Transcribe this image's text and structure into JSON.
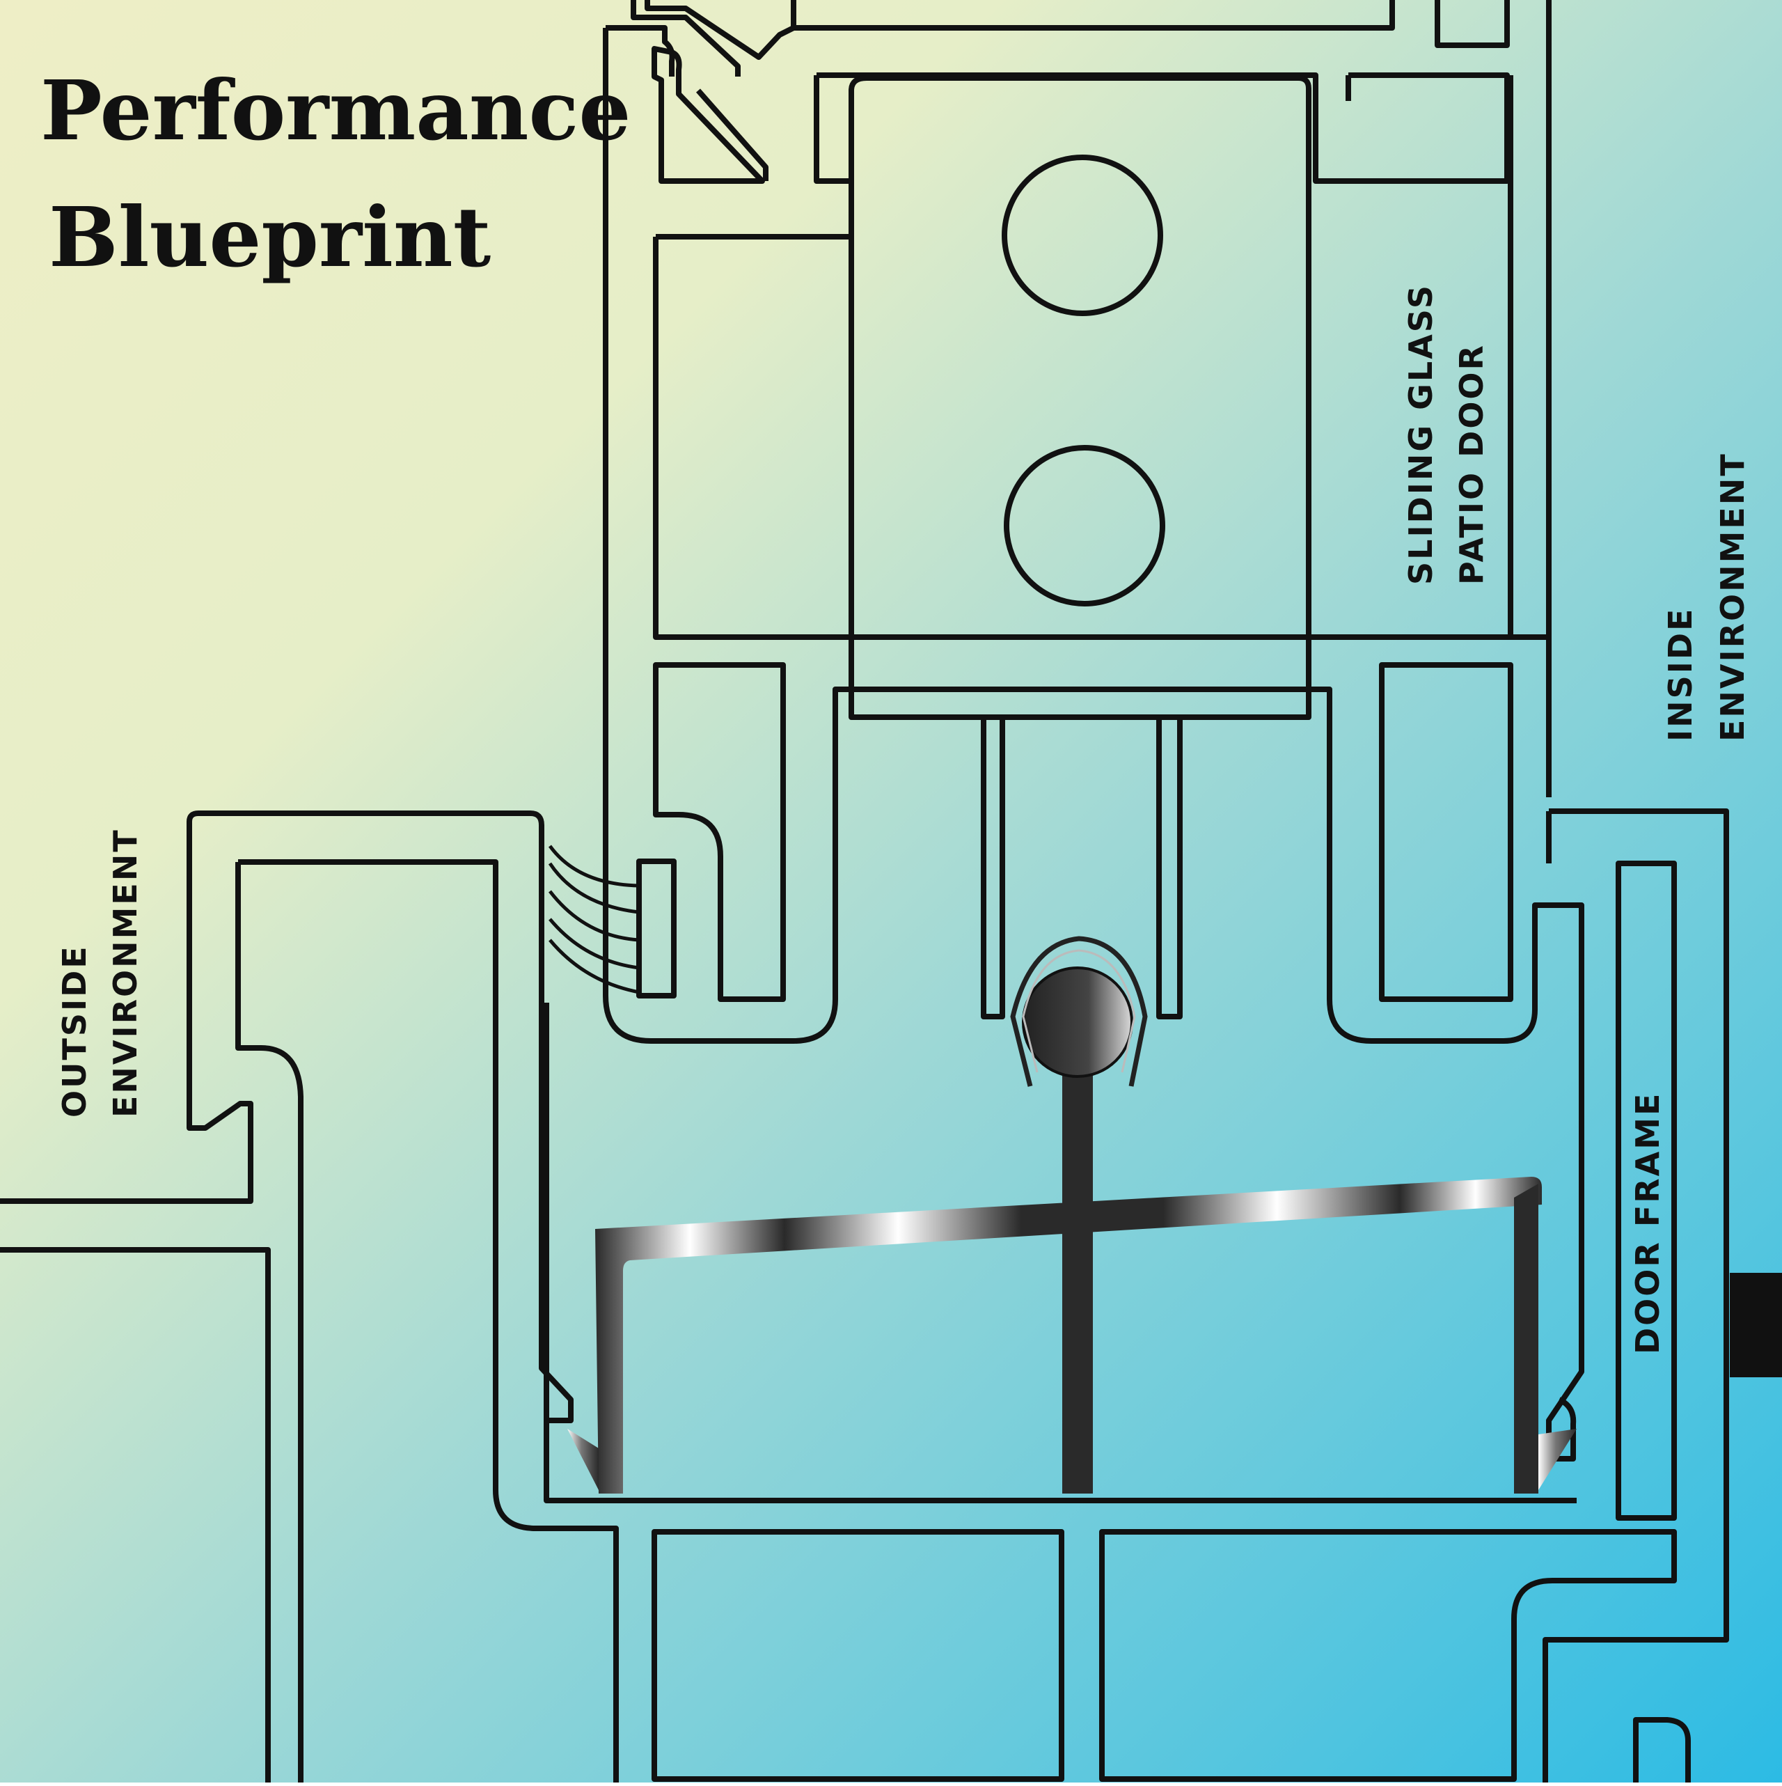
{
  "title": {
    "line1": "Performance",
    "line2": "Blueprint"
  },
  "labels": {
    "sliding_door_1": "SLIDING GLASS",
    "sliding_door_2": "PATIO DOOR",
    "inside_1": "INSIDE",
    "inside_2": "ENVIRONMENT",
    "outside_1": "OUTSIDE",
    "outside_2": "ENVIRONMENT",
    "door_frame": "DOOR FRAME"
  },
  "colors": {
    "background_start": "#EEEEC6",
    "background_end": "#2CBBE4",
    "outline": "#111111",
    "metal_dark": "#2a2a2a",
    "metal_light": "#ffffff"
  }
}
